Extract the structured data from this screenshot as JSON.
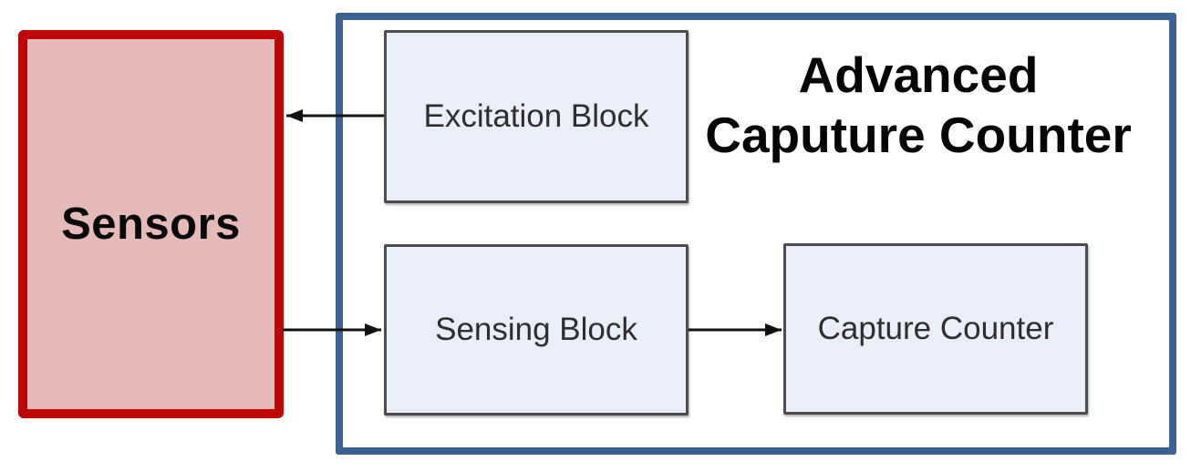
{
  "diagram": {
    "sensors": {
      "label": "Sensors"
    },
    "container": {
      "title_line1": "Advanced",
      "title_line2": "Caputure Counter",
      "blocks": {
        "excitation": {
          "label": "Excitation Block"
        },
        "sensing": {
          "label": "Sensing Block"
        },
        "capture": {
          "label": "Capture Counter"
        }
      }
    },
    "arrows": [
      {
        "name": "excitation-to-sensors",
        "from": "Excitation Block",
        "to": "Sensors",
        "direction": "left"
      },
      {
        "name": "sensors-to-sensing",
        "from": "Sensors",
        "to": "Sensing Block",
        "direction": "right"
      },
      {
        "name": "sensing-to-capture",
        "from": "Sensing Block",
        "to": "Capture Counter",
        "direction": "right"
      }
    ],
    "colors": {
      "sensors_fill": "#e7baba",
      "sensors_border": "#c00505",
      "container_border": "#3a6292",
      "block_fill": "#e9eef8",
      "block_border": "#4d4d4d",
      "arrow": "#111111"
    }
  }
}
